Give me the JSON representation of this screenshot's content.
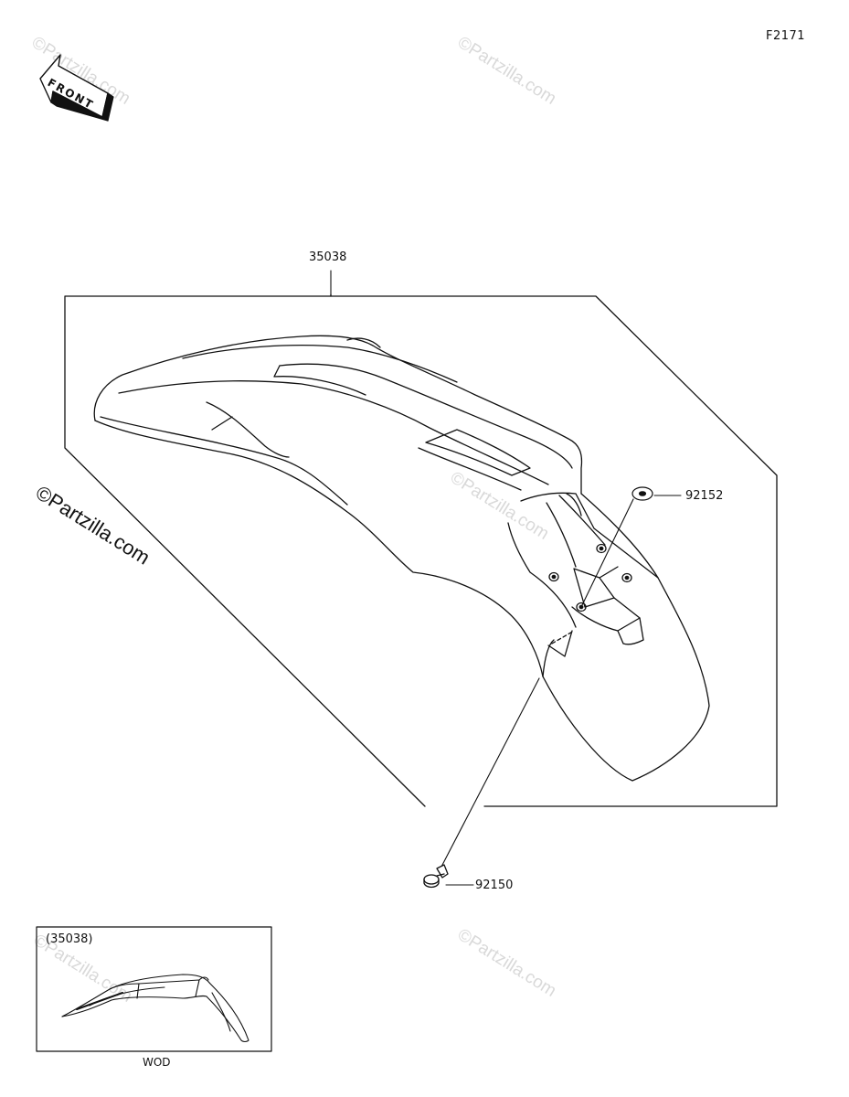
{
  "figure_code": "F2171",
  "front_arrow_text": "FRONT",
  "parts": {
    "fender": "35038",
    "washer": "92152",
    "bolt": "92150"
  },
  "inset": {
    "ref_label": "(35038)",
    "caption": "WOD"
  },
  "watermarks": {
    "main": "©Partzilla.com",
    "faint": "©Partzilla.com"
  }
}
